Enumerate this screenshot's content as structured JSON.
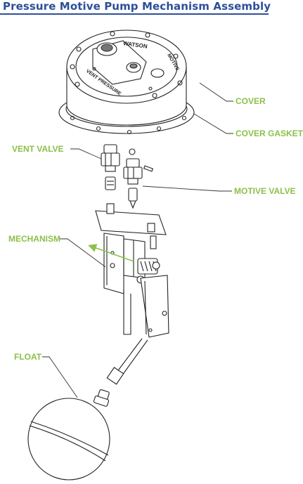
{
  "title": "Pressure Motive Pump Mechanism Assembly",
  "cover_text": {
    "brand": "WATSON",
    "motive": "MOTIVE",
    "vent_pressure": "VENT PRESSURE"
  },
  "labels": {
    "cover": "COVER",
    "cover_gasket": "COVER GASKET",
    "vent_valve": "VENT VALVE",
    "motive_valve": "MOTIVE VALVE",
    "mechanism": "MECHANISM",
    "float": "FLOAT"
  },
  "colors": {
    "title": "#2d4f9a",
    "label": "#8cc04a",
    "line": "#222222"
  }
}
